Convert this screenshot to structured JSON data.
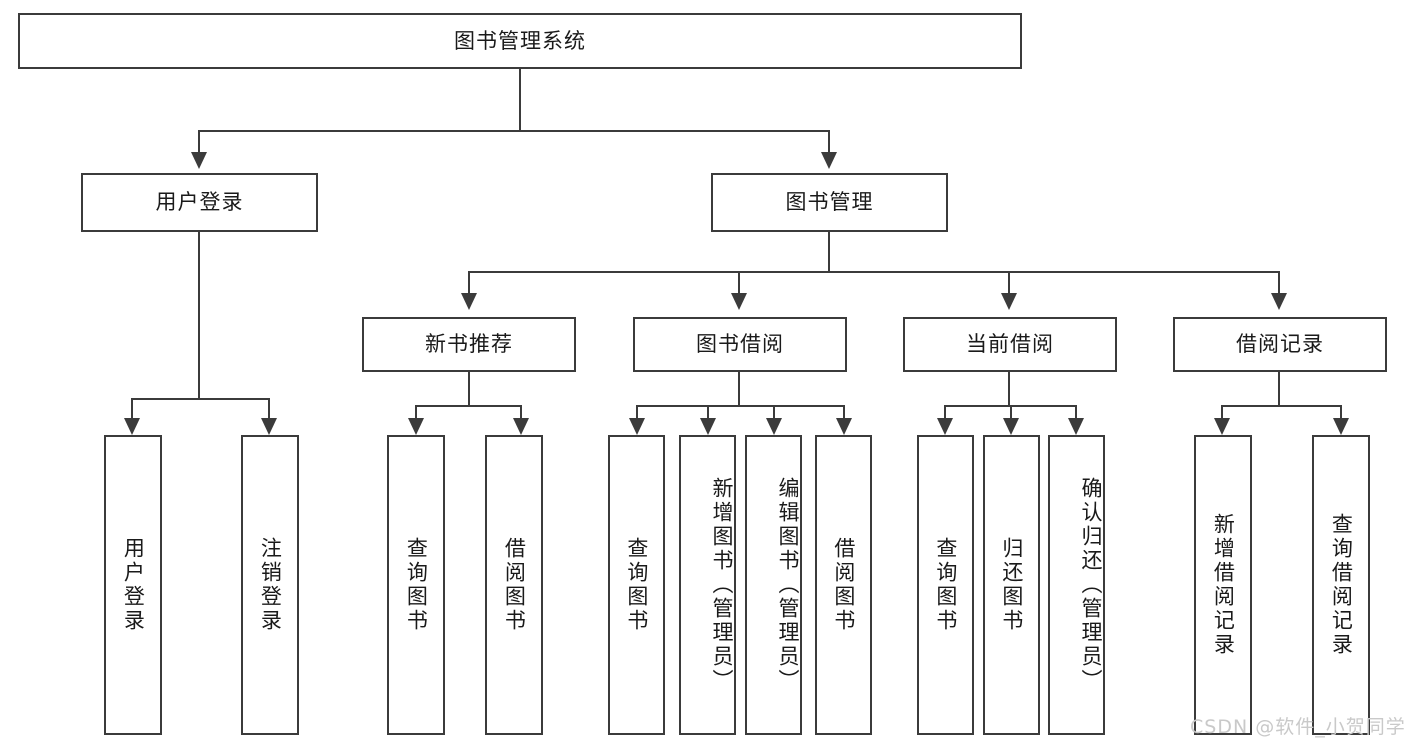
{
  "diagram": {
    "type": "tree-hierarchy",
    "title": "图书管理系统",
    "root": {
      "label": "图书管理系统"
    },
    "level1": [
      {
        "label": "用户登录"
      },
      {
        "label": "图书管理"
      }
    ],
    "level2": [
      {
        "label": "新书推荐",
        "parent": "图书管理"
      },
      {
        "label": "图书借阅",
        "parent": "图书管理"
      },
      {
        "label": "当前借阅",
        "parent": "图书管理"
      },
      {
        "label": "借阅记录",
        "parent": "图书管理"
      }
    ],
    "leaves": {
      "user_login": [
        {
          "label": "用户登录"
        },
        {
          "label": "注销登录"
        }
      ],
      "new_book_recommend": [
        {
          "label": "查询图书"
        },
        {
          "label": "借阅图书"
        }
      ],
      "book_borrow": [
        {
          "label": "查询图书"
        },
        {
          "label": "新增图书（管理员）"
        },
        {
          "label": "编辑图书（管理员）"
        },
        {
          "label": "借阅图书"
        }
      ],
      "current_borrow": [
        {
          "label": "查询图书"
        },
        {
          "label": "归还图书"
        },
        {
          "label": "确认归还（管理员）"
        }
      ],
      "borrow_record": [
        {
          "label": "新增借阅记录"
        },
        {
          "label": "查询借阅记录"
        }
      ]
    }
  },
  "watermark": {
    "text": "CSDN @软件_小贺同学"
  },
  "colors": {
    "stroke": "#3b3b3b",
    "fill": "#ffffff",
    "text": "#1a1a1a",
    "watermark": "#c9c9c9"
  }
}
